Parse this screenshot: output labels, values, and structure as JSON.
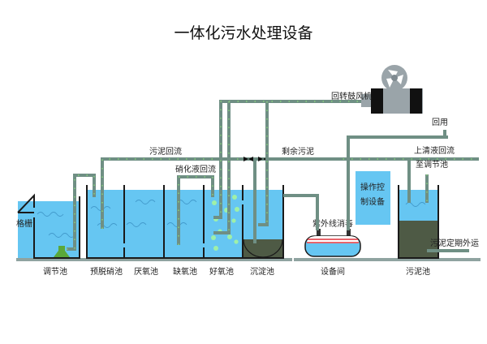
{
  "title": "一体化污水处理设备",
  "labels": {
    "blower": "回转鼓风机",
    "reuse": "回用",
    "sludge_return": "污泥回流",
    "excess_sludge": "剩余污泥",
    "nitrate_return": "硝化液回流",
    "supernatant_return_1": "上清液回流",
    "supernatant_return_2": "至调节池",
    "uv_disinfection": "紫外线消毒",
    "control_1": "操作控",
    "control_2": "制设备",
    "sludge_transport": "污泥定期外运",
    "screen": "格栅"
  },
  "tanks": [
    {
      "name": "调节池"
    },
    {
      "name": "预脱硝池"
    },
    {
      "name": "厌氧池"
    },
    {
      "name": "缺氧池"
    },
    {
      "name": "好氧池"
    },
    {
      "name": "沉淀池"
    },
    {
      "name": "设备间"
    },
    {
      "name": "污泥池"
    }
  ],
  "colors": {
    "water": "#66c6f2",
    "sludge": "#4e5a45",
    "pipe": "#6f8f84",
    "bubble": "#9ff0a8",
    "control_box": "#66c6f2",
    "uv_stripe": "#e0303a"
  }
}
